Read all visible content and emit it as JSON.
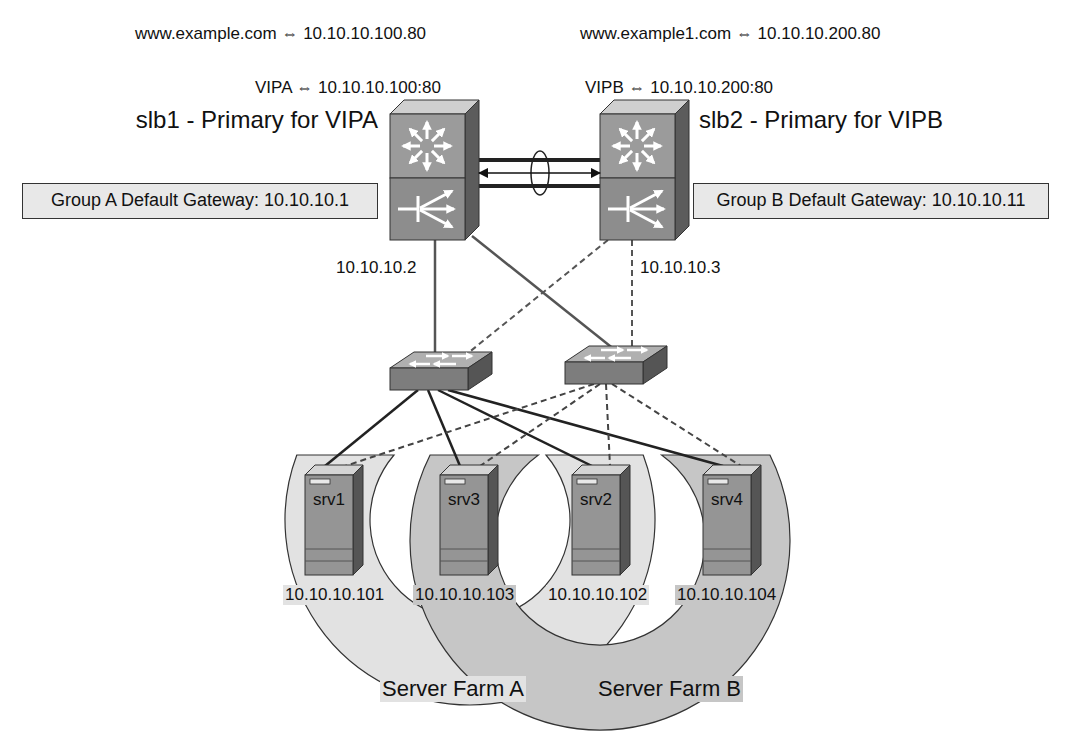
{
  "diagram": {
    "nodes": [
      {
        "text": [
          "slb1 - Primary for VIPA"
        ]
      },
      {
        "text": [
          "slb2 - Primary for VIPB"
        ]
      },
      {
        "text": [
          "Group A Default Gateway: 10.10.10.1"
        ]
      },
      {
        "text": [
          "Group B Default Gateway: 10.10.10.11"
        ]
      },
      {
        "text": [
          "srv1"
        ]
      },
      {
        "text": [
          "srv3"
        ]
      },
      {
        "text": [
          "srv2"
        ]
      },
      {
        "text": [
          "srv4"
        ]
      }
    ],
    "edges": [
      {
        "from": 0,
        "to": 1,
        "arrow": "both"
      }
    ],
    "labels": [
      "www.example.com ⇔ 10.10.10.100.80",
      "www.example1.com ⇔ 10.10.10.200.80",
      "VIPA ⇔ 10.10.10.100:80",
      "VIPB ⇔ 10.10.10.200:80",
      "10.10.10.2",
      "10.10.10.3",
      "10.10.10.101",
      "10.10.10.103",
      "10.10.10.102",
      "10.10.10.104",
      "Server Farm A",
      "Server Farm B"
    ]
  }
}
